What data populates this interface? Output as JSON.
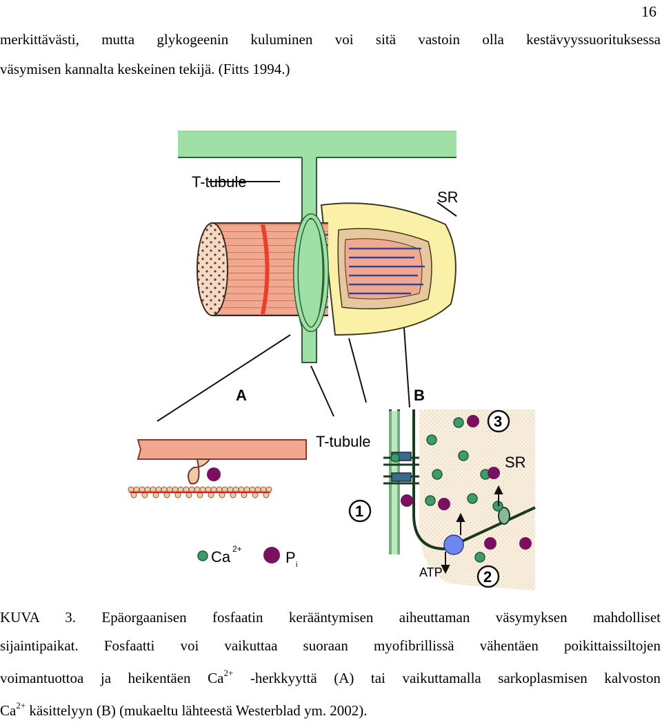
{
  "page": {
    "number": "16"
  },
  "intro": {
    "line1": "merkittävästi, mutta glykogeenin kuluminen voi sitä vastoin olla kestävyyssuorituksessa",
    "line2": "väsymisen kannalta keskeinen tekijä. (Fitts 1994.)"
  },
  "figure": {
    "labels": {
      "t_tubule_top": "T-tubule",
      "sr_top": "SR",
      "panel_a": "A",
      "panel_b": "B",
      "t_tubule_b": "T-tubule",
      "sr_b": "SR",
      "num1": "1",
      "num2": "2",
      "num3": "3",
      "atp": "ATP",
      "legend_ca": "Ca",
      "legend_ca_sup": "2+",
      "legend_p": "P",
      "legend_p_sub": "i"
    },
    "colors": {
      "membrane_green": "#9fe0a6",
      "fiber_salmon": "#f2a78f",
      "sr_yellow": "#fbf0a8",
      "ca_green": "#3f9b6e",
      "pi_purple": "#7b1060",
      "atp_blue": "#6d86f0",
      "myosin_blue": "#2748a8"
    }
  },
  "caption": {
    "l1": "KUVA 3. Epäorgaanisen fosfaatin kerääntymisen aiheuttaman väsymyksen mahdolliset",
    "l2": "sijaintipaikat. Fosfaatti voi vaikuttaa suoraan myofibrillissä vähentäen poikittaissiltojen",
    "l3a": "voimantuottoa ja heikentäen Ca",
    "l3sup": "2+",
    "l3b": " -herkkyyttä (A) tai vaikuttamalla sarkoplasmisen kalvoston",
    "l4a": "Ca",
    "l4sup": "2+",
    "l4b": " käsittelyyn (B) (mukaeltu lähteestä Westerblad ym. 2002)."
  }
}
